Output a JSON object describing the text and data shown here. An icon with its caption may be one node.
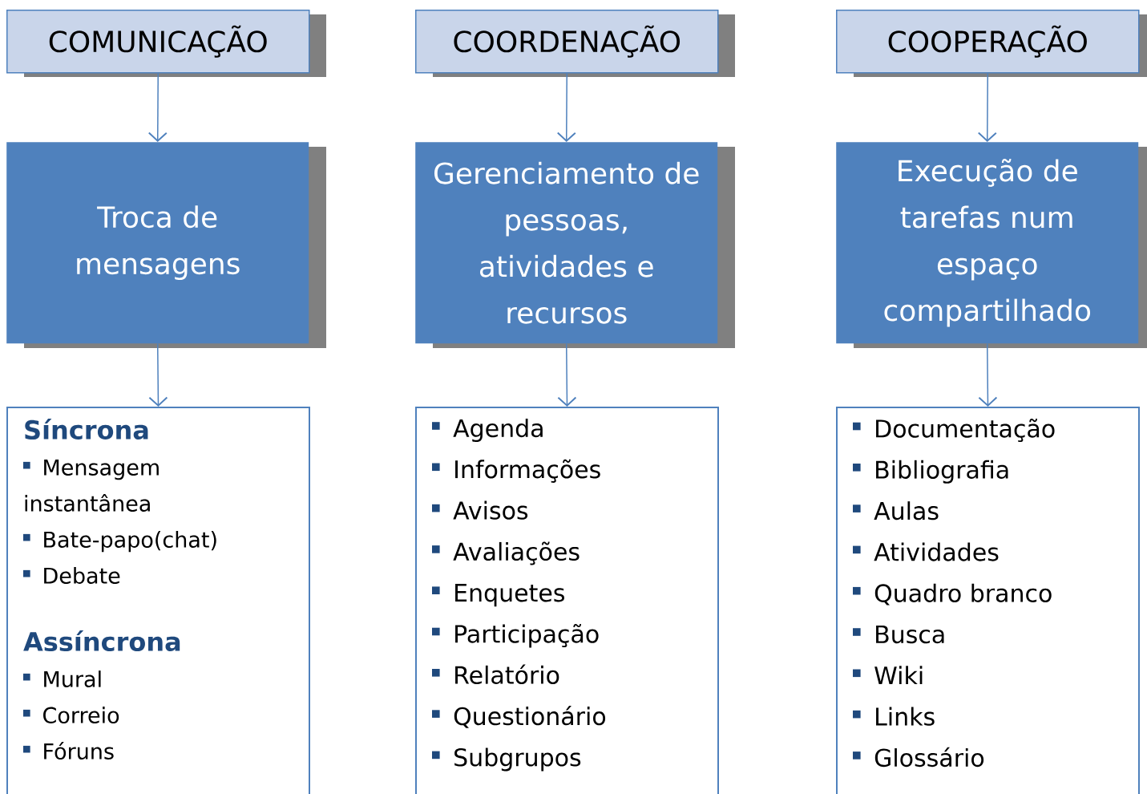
{
  "diagram": {
    "nodes": [
      {
        "text": [
          "COMUNICAÇÃO"
        ]
      },
      {
        "text": [
          "COORDENAÇÃO"
        ]
      },
      {
        "text": [
          "COOPERAÇÃO"
        ]
      },
      {
        "text": [
          "Troca de mensagens"
        ]
      },
      {
        "text": [
          "Gerenciamento de pessoas, atividades e recursos"
        ]
      },
      {
        "text": [
          "Execução de tarefas num espaço compartilhado"
        ]
      },
      {
        "text": [
          "Síncrona",
          "Mensagem instantânea",
          "Bate-papo(chat)",
          "Debate",
          "Assíncrona",
          "Mural",
          "Correio",
          "Fóruns"
        ]
      },
      {
        "text": [
          "Agenda",
          "Informações",
          "Avisos",
          "Avaliações",
          "Enquetes",
          "Participação",
          "Relatório",
          "Questionário",
          "Subgrupos"
        ]
      },
      {
        "text": [
          "Documentação",
          "Bibliografia",
          "Aulas",
          "Atividades",
          "Quadro branco",
          "Busca",
          "Wiki",
          "Links",
          "Glossário"
        ]
      }
    ],
    "edges": [
      {
        "from": 0,
        "to": 3,
        "arrow": "to"
      },
      {
        "from": 1,
        "to": 4,
        "arrow": "to"
      },
      {
        "from": 2,
        "to": 5,
        "arrow": "to"
      },
      {
        "from": 3,
        "to": 6,
        "arrow": "to"
      },
      {
        "from": 4,
        "to": 7,
        "arrow": "to"
      },
      {
        "from": 5,
        "to": 8,
        "arrow": "to"
      }
    ]
  }
}
